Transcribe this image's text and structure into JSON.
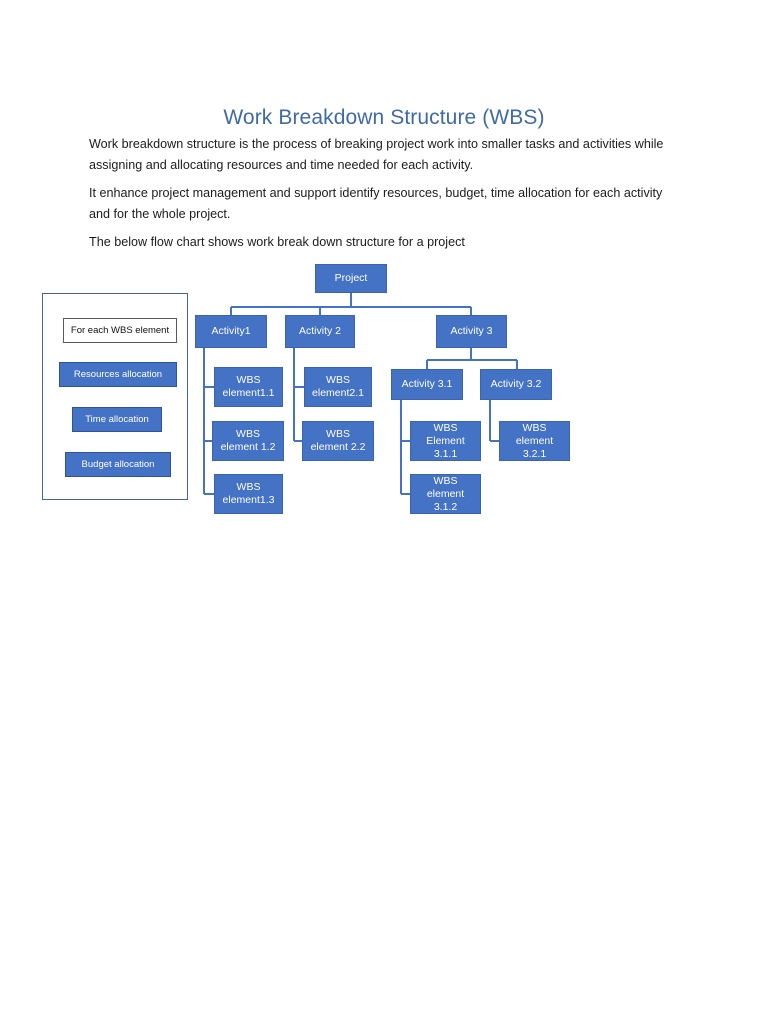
{
  "document": {
    "title": "Work Breakdown Structure (WBS)",
    "title_color": "#3f6aa8",
    "paragraphs": [
      "Work breakdown structure is the process of breaking project work into smaller tasks and activities while assigning and allocating resources and time needed for each activity.",
      "It enhance project management and support identify resources, budget, time allocation for each activity and for the whole project.",
      "The below flow chart shows work break down structure for a project"
    ]
  },
  "legend": {
    "panel_border_color": "#46639b",
    "header_box": {
      "label": "For each WBS element",
      "fill": "#ffffff",
      "border": "#595959",
      "text_color": "#111111"
    },
    "items": [
      {
        "label": "Resources allocation",
        "fill": "#4472c4",
        "border": "#2e5496"
      },
      {
        "label": "Time allocation",
        "fill": "#4472c4",
        "border": "#2e5496"
      },
      {
        "label": "Budget allocation",
        "fill": "#4472c4",
        "border": "#2e5496"
      }
    ]
  },
  "chart_data": {
    "type": "diagram",
    "diagram_type": "tree",
    "title": "Work Breakdown Structure (WBS)",
    "node_fill": "#4472c4",
    "node_border": "#3a64b0",
    "node_text_color": "#ffffff",
    "connector_color": "#4472c4",
    "nodes": [
      {
        "id": "project",
        "label": "Project",
        "level": 0,
        "parent": null
      },
      {
        "id": "a1",
        "label": "Activity1",
        "level": 1,
        "parent": "project"
      },
      {
        "id": "a2",
        "label": "Activity 2",
        "level": 1,
        "parent": "project"
      },
      {
        "id": "a3",
        "label": "Activity 3",
        "level": 1,
        "parent": "project"
      },
      {
        "id": "w11",
        "label": "WBS element1.1",
        "level": 2,
        "parent": "a1"
      },
      {
        "id": "w12",
        "label": "WBS element 1.2",
        "level": 2,
        "parent": "a1"
      },
      {
        "id": "w13",
        "label": "WBS element1.3",
        "level": 2,
        "parent": "a1"
      },
      {
        "id": "w21",
        "label": "WBS element2.1",
        "level": 2,
        "parent": "a2"
      },
      {
        "id": "w22",
        "label": "WBS element 2.2",
        "level": 2,
        "parent": "a2"
      },
      {
        "id": "a31",
        "label": "Activity 3.1",
        "level": 2,
        "parent": "a3"
      },
      {
        "id": "a32",
        "label": "Activity 3.2",
        "level": 2,
        "parent": "a3"
      },
      {
        "id": "w311",
        "label": "WBS Element 3.1.1",
        "level": 3,
        "parent": "a31"
      },
      {
        "id": "w312",
        "label": "WBS element 3.1.2",
        "level": 3,
        "parent": "a31"
      },
      {
        "id": "w321",
        "label": "WBS element 3.2.1",
        "level": 3,
        "parent": "a32"
      }
    ],
    "edges": [
      [
        "project",
        "a1"
      ],
      [
        "project",
        "a2"
      ],
      [
        "project",
        "a3"
      ],
      [
        "a1",
        "w11"
      ],
      [
        "a1",
        "w12"
      ],
      [
        "a1",
        "w13"
      ],
      [
        "a2",
        "w21"
      ],
      [
        "a2",
        "w22"
      ],
      [
        "a3",
        "a31"
      ],
      [
        "a3",
        "a32"
      ],
      [
        "a31",
        "w311"
      ],
      [
        "a31",
        "w312"
      ],
      [
        "a32",
        "w321"
      ]
    ]
  }
}
